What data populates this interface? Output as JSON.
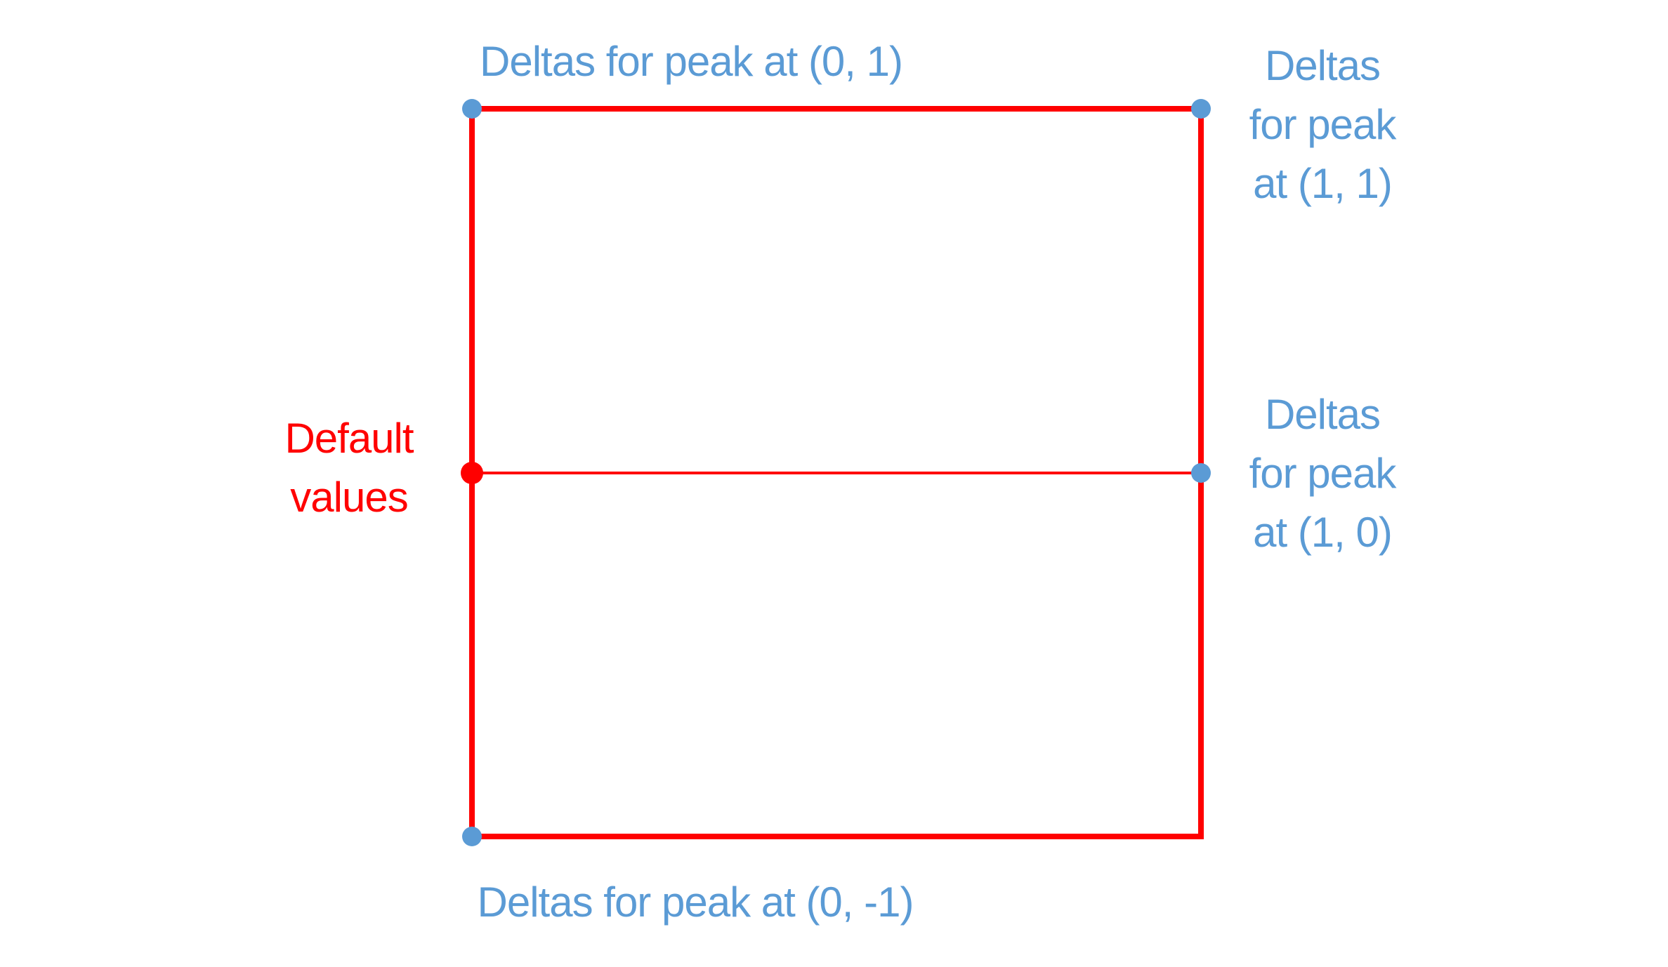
{
  "page": {
    "background": "#ffffff"
  },
  "colors": {
    "shape_red": "#ff0000",
    "marker_blue": "#5b9bd5",
    "label_blue": "#5b9bd5",
    "label_red": "#ff0000"
  },
  "labels": {
    "peak_0_1": {
      "text": "Deltas for peak at (0, 1)"
    },
    "peak_1_1": {
      "lines": [
        "Deltas",
        "for peak",
        "at (1, 1)"
      ]
    },
    "peak_1_0": {
      "lines": [
        "Deltas",
        "for peak",
        "at (1, 0)"
      ]
    },
    "peak_0_neg1": {
      "text": "Deltas for peak at (0, -1)"
    },
    "default_values": {
      "lines": [
        "Default",
        "values"
      ]
    }
  }
}
